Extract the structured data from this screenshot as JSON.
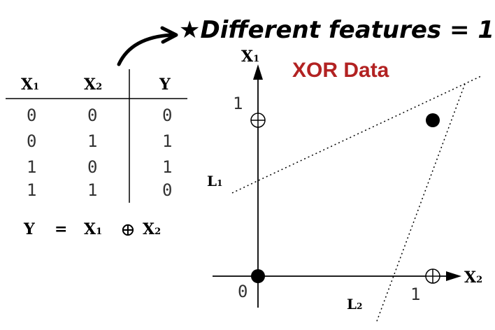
{
  "annotation": {
    "text": "★Different features = 1",
    "color": "#000000"
  },
  "title": {
    "text": "XOR Data",
    "color": "#b22222"
  },
  "table": {
    "headers": {
      "x1_base": "X",
      "x1_sub": "1",
      "x2_base": "X",
      "x2_sub": "2",
      "y": "Y"
    },
    "rows": [
      {
        "x1": "0",
        "x2": "0",
        "y": "0"
      },
      {
        "x1": "0",
        "x2": "1",
        "y": "1"
      },
      {
        "x1": "1",
        "x2": "0",
        "y": "1"
      },
      {
        "x1": "1",
        "x2": "1",
        "y": "0"
      }
    ]
  },
  "formula": {
    "y": "Y",
    "eq": "=",
    "x1_base": "X",
    "x1_sub": "1",
    "op": "⊕",
    "x2_base": "X",
    "x2_sub": "2"
  },
  "plot": {
    "y_axis": {
      "base": "X",
      "sub": "1"
    },
    "x_axis": {
      "base": "X",
      "sub": "2"
    },
    "tick_y_one": "1",
    "tick_origin": "0",
    "tick_x_one": "1",
    "line1": {
      "base": "L",
      "sub": "1"
    },
    "line2": {
      "base": "L",
      "sub": "2"
    },
    "points": [
      {
        "x1": 0,
        "x2": 0,
        "class": "filled"
      },
      {
        "x1": 1,
        "x2": 1,
        "class": "filled"
      },
      {
        "x1": 1,
        "x2": 0,
        "class": "oplus"
      },
      {
        "x1": 0,
        "x2": 1,
        "class": "oplus"
      }
    ]
  }
}
